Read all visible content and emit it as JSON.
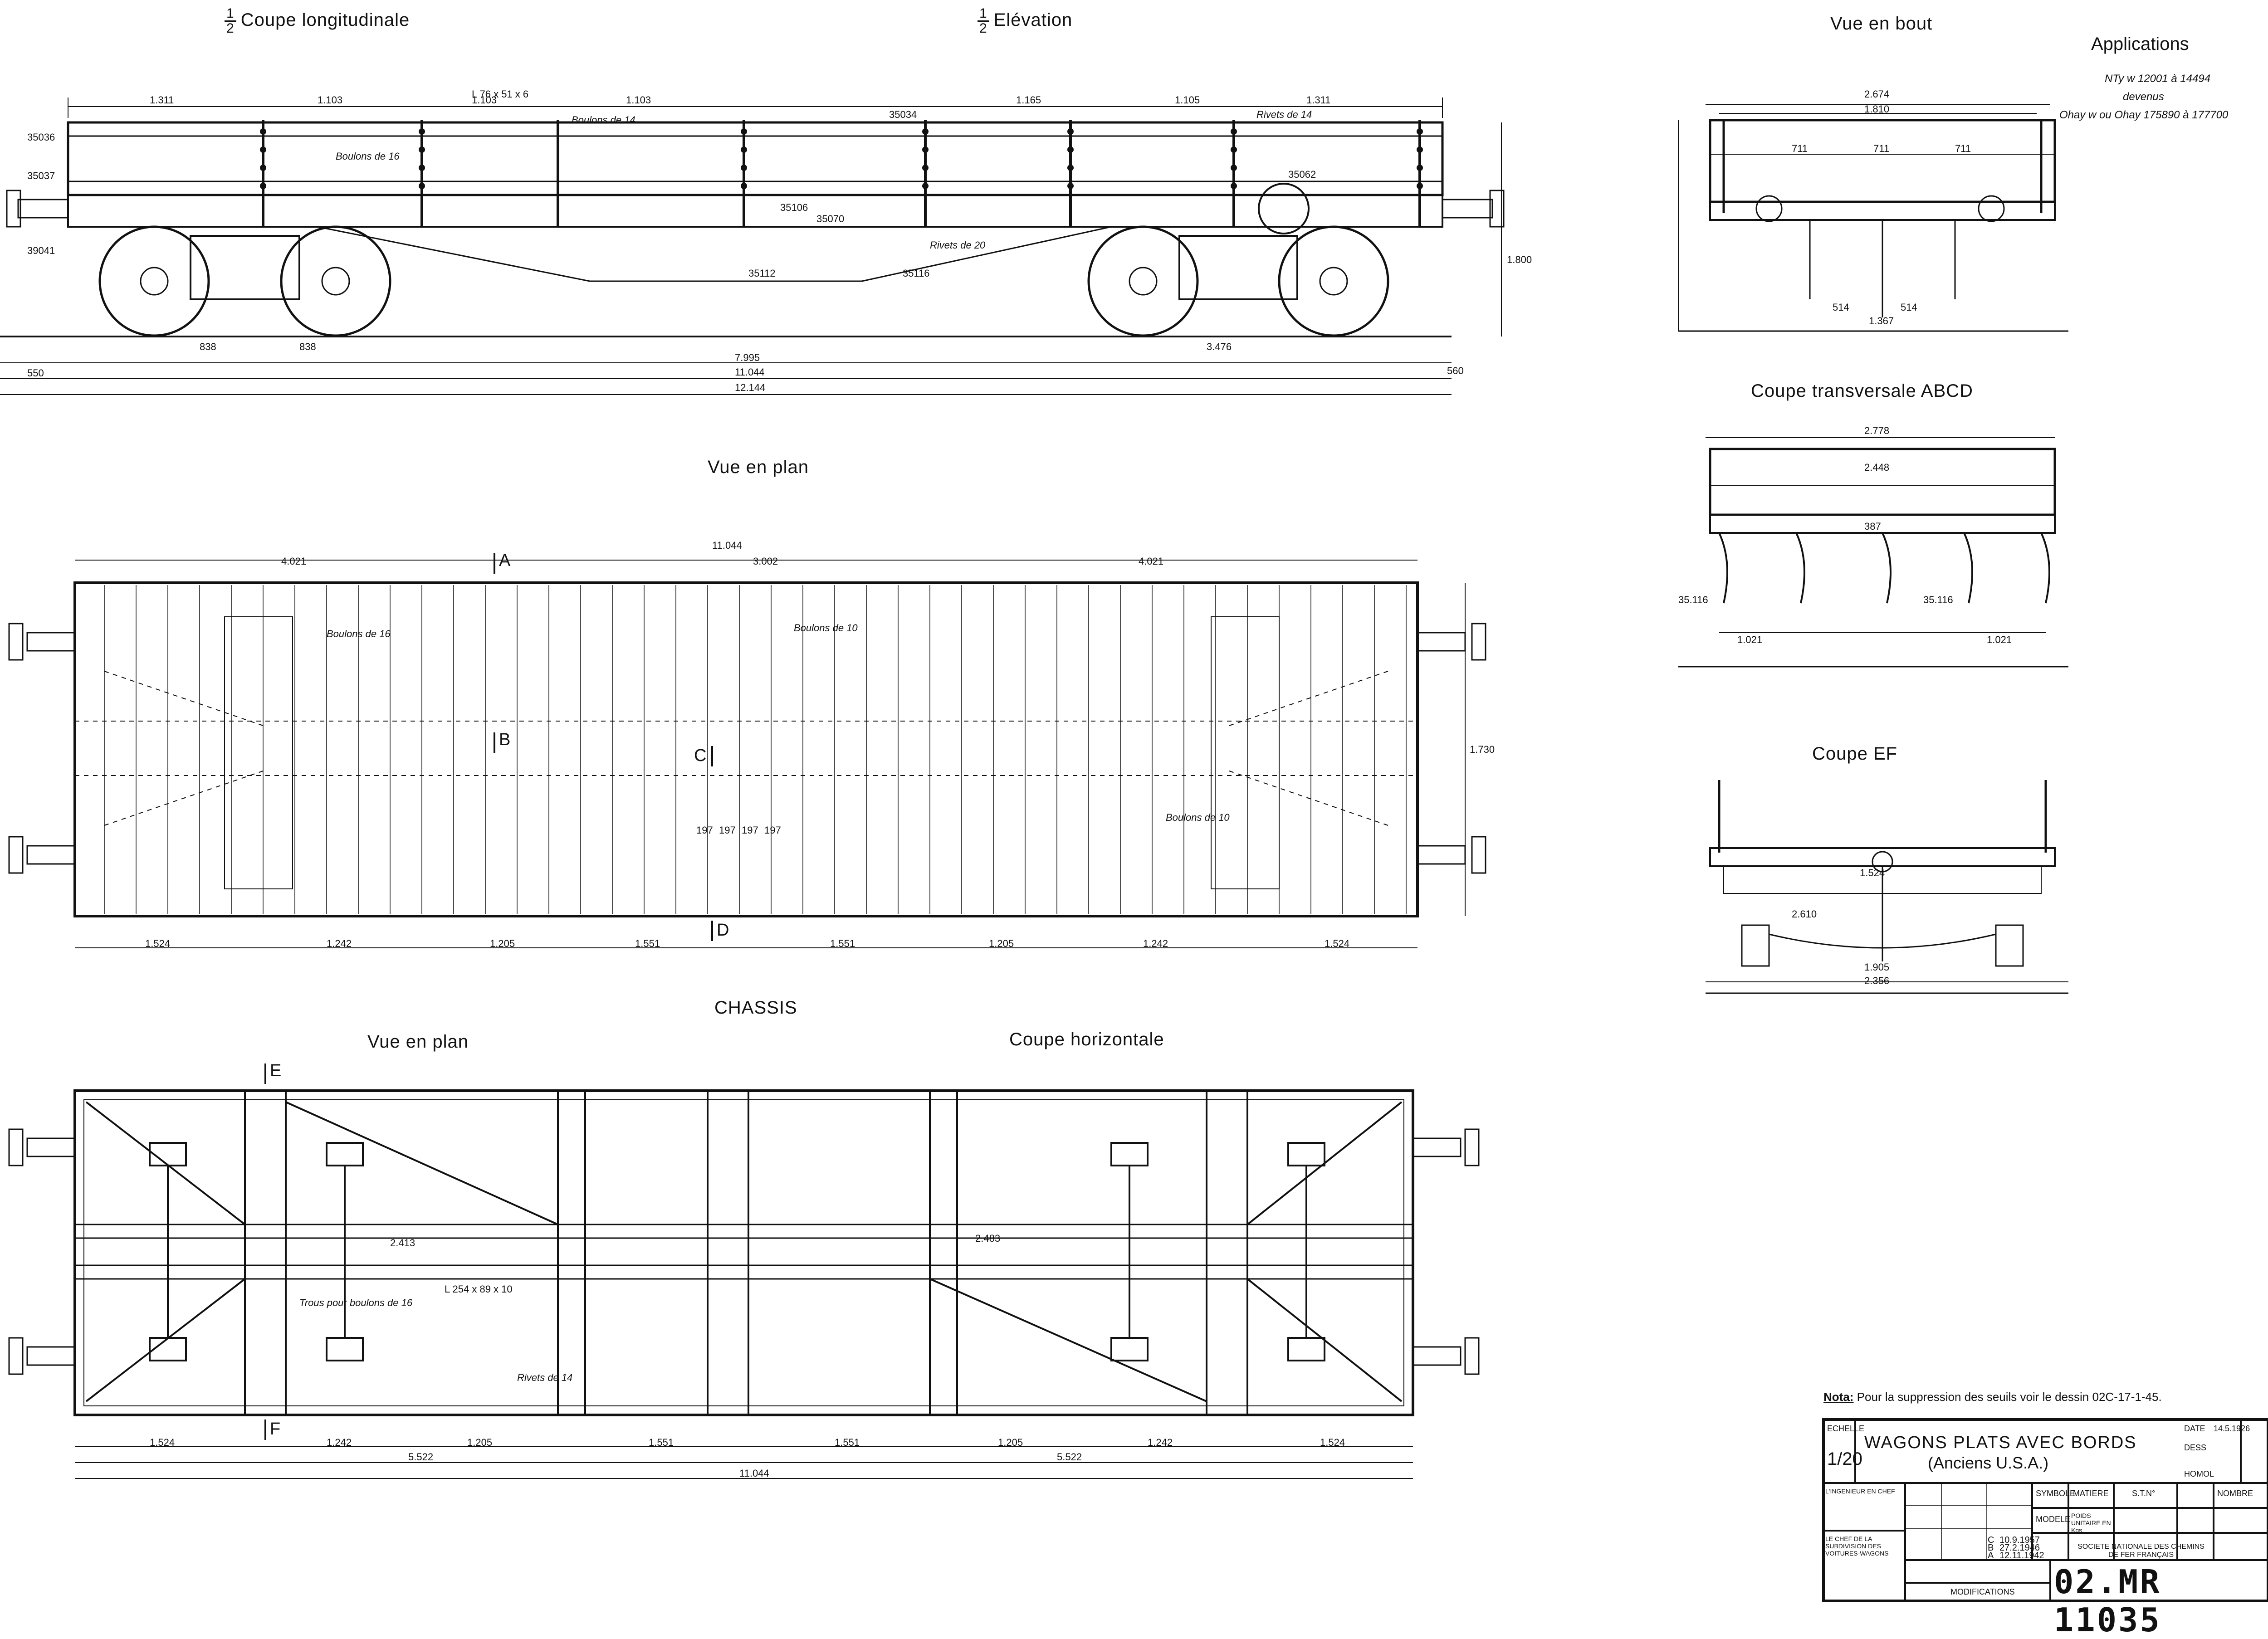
{
  "views": {
    "coupe_longitudinale": {
      "fraction": [
        "1",
        "2"
      ],
      "label": "Coupe longitudinale"
    },
    "elevation": {
      "fraction": [
        "1",
        "2"
      ],
      "label": "Elévation"
    },
    "vue_en_bout": {
      "label": "Vue en bout"
    },
    "coupe_abcd": {
      "label": "Coupe transversale ABCD"
    },
    "coupe_ef": {
      "label": "Coupe EF"
    },
    "vue_en_plan": {
      "label": "Vue en plan"
    },
    "chassis": {
      "label": "CHASSIS"
    },
    "chassis_vue_en_plan": {
      "label": "Vue en plan"
    },
    "coupe_horizontale": {
      "label": "Coupe horizontale"
    }
  },
  "applications": {
    "title": "Applications",
    "line1": "NTy w 12001 à 14494",
    "line2": "devenus",
    "line3": "Ohay w ou Ohay 175890 à 177700"
  },
  "side_dims": {
    "top": [
      "1.311",
      "1.103",
      "1.103",
      "1.103",
      "1.165",
      "1.105",
      "1.311"
    ],
    "bottom": [
      "838",
      "838",
      "3.476"
    ],
    "overall": [
      "7.995",
      "11.044",
      "12.144"
    ],
    "ends": [
      "550",
      "560"
    ],
    "height": "1.800",
    "notes": [
      "Boulons de 16",
      "Boulons de 14",
      "Rivets de 14",
      "Rivets de 20",
      "L 76 x 51 x 6",
      "35106",
      "35070",
      "35112",
      "35116",
      "35034",
      "35036",
      "35037",
      "35062",
      "39041"
    ]
  },
  "plan_dims": {
    "top": [
      "4.021",
      "3.002",
      "4.021"
    ],
    "overall": "11.044",
    "bottom": [
      "1.524",
      "1.242",
      "1.205",
      "1.551",
      "1.551",
      "1.205",
      "1.242",
      "1.524"
    ],
    "width": "1.730",
    "mid": [
      "197",
      "197",
      "197",
      "197"
    ],
    "notes": [
      "Boulons de 16",
      "Boulons de 10",
      "Boulons de 10"
    ],
    "markers": [
      "A",
      "B",
      "C",
      "D"
    ]
  },
  "end_dims": {
    "top": "2.674",
    "inner": "1.810",
    "bottom": [
      "514",
      "514",
      "1.367"
    ],
    "labels": [
      "711",
      "711",
      "711"
    ]
  },
  "abcd_dims": {
    "top": "2.778",
    "bottom": [
      "1.021",
      "1.021"
    ],
    "labels": [
      "2.448",
      "387",
      "35.116",
      "35.116"
    ]
  },
  "ef_dims": {
    "labels": [
      "1.524",
      "2.610",
      "1.905",
      "2.356"
    ]
  },
  "chassis_dims": {
    "bottom": [
      "1.524",
      "1.242",
      "1.205",
      "1.551",
      "1.551",
      "1.205",
      "1.242",
      "1.524"
    ],
    "sub": [
      "5.522",
      "5.522"
    ],
    "overall": "11.044",
    "markers": [
      "E",
      "F"
    ],
    "notes": [
      "Trous pour boulons de 16",
      "Rivets de 14",
      "L 254 x 89 x 10",
      "2.413",
      "2.483"
    ]
  },
  "note": {
    "label": "Nota:",
    "text": "Pour la suppression des seuils voir le dessin 02C-17-1-45."
  },
  "title_block": {
    "echelle_label": "ECHELLE",
    "echelle_value": "1/20",
    "title_line1": "WAGONS PLATS AVEC BORDS",
    "title_line2": "(Anciens U.S.A.)",
    "date_label": "DATE",
    "dess_label": "DESS",
    "homol_label": "HOMOL",
    "date_value": "14.5.1926",
    "symbole": "SYMBOLE",
    "matiere": "MATIERE",
    "stn": "S.T.N°",
    "nombre": "NOMBRE",
    "modele": "MODELE",
    "poids": "POIDS UNITAIRE EN Kgs",
    "revisions": [
      {
        "letter": "C",
        "date": "10.9.1957"
      },
      {
        "letter": "B",
        "date": "27.2.1946"
      },
      {
        "letter": "A",
        "date": "12.11.1942"
      }
    ],
    "chef": "LE CHEF DE LA SUBDIVISION DES VOITURES-WAGONS",
    "ingenieur": "L'INGENIEUR EN CHEF",
    "societe": "SOCIETE NATIONALE DES CHEMINS DE FER FRANÇAIS",
    "modifications": "MODIFICATIONS",
    "number": "02.MR 11035"
  }
}
